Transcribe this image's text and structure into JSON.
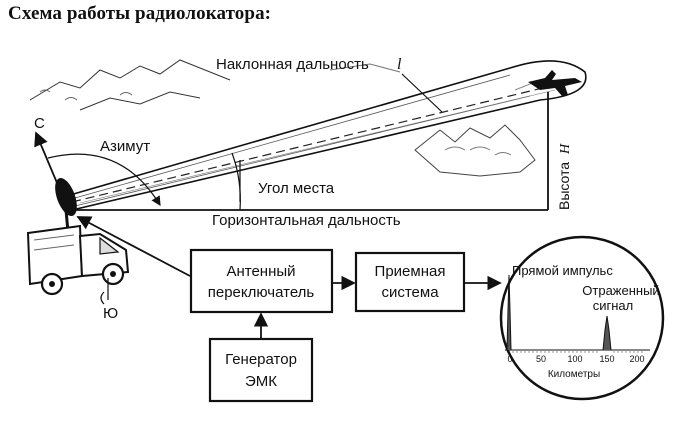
{
  "title": "Схема работы радиолокатора:",
  "labels": {
    "slant_range": "Наклонная дальность",
    "slant_range_symbol": "l",
    "north": "С",
    "south": "Ю",
    "azimuth": "Азимут",
    "elevation_angle": "Угол места",
    "horizontal_range": "Горизонтальная дальность",
    "height": "Высота",
    "height_symbol": "H"
  },
  "blocks": {
    "antenna_switch": [
      "Антенный",
      "переключатель"
    ],
    "receiver": [
      "Приемная",
      "система"
    ],
    "generator": [
      "Генератор",
      "ЭМК"
    ]
  },
  "scope": {
    "direct_pulse": "Прямой импульс",
    "reflected_signal": [
      "Отраженный",
      "сигнал"
    ],
    "ticks": [
      "0",
      "50",
      "100",
      "150",
      "200"
    ],
    "axis_label": "Километры"
  }
}
